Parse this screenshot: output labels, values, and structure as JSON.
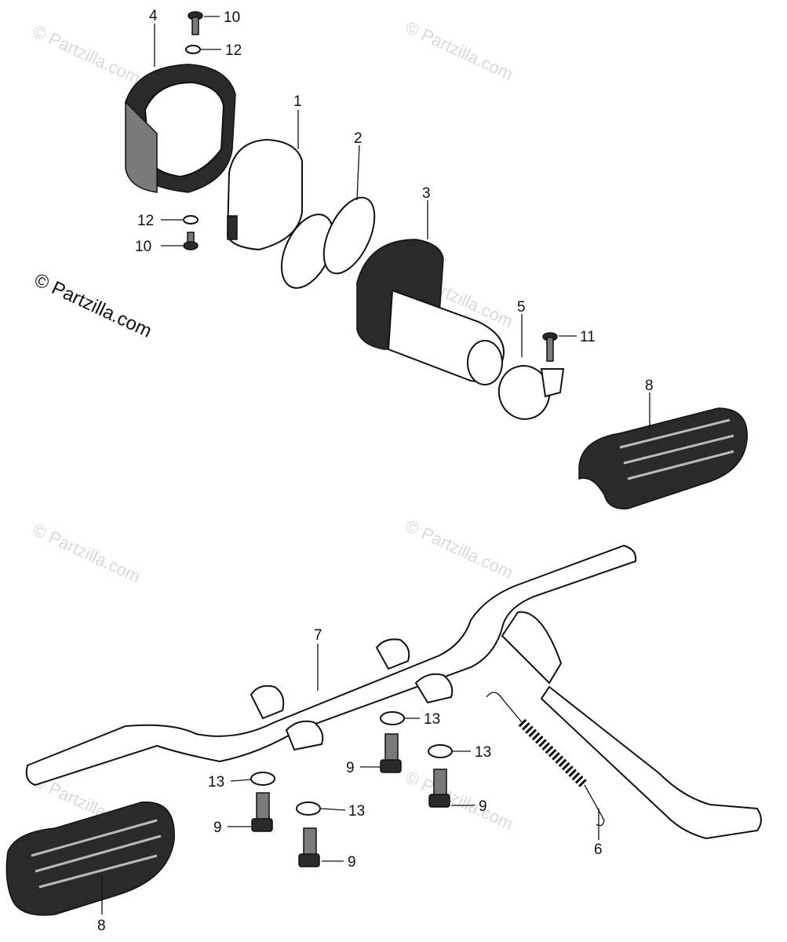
{
  "copyright": "© Partzilla.com",
  "watermark": "© Partzilla.com",
  "callouts": {
    "c1": "1",
    "c2": "2",
    "c3": "3",
    "c4": "4",
    "c5": "5",
    "c6": "6",
    "c7": "7",
    "c8a": "8",
    "c8b": "8",
    "c9a": "9",
    "c9b": "9",
    "c9c": "9",
    "c9d": "9",
    "c10a": "10",
    "c10b": "10",
    "c11": "11",
    "c12a": "12",
    "c12b": "12",
    "c13a": "13",
    "c13b": "13",
    "c13c": "13",
    "c13d": "13"
  }
}
